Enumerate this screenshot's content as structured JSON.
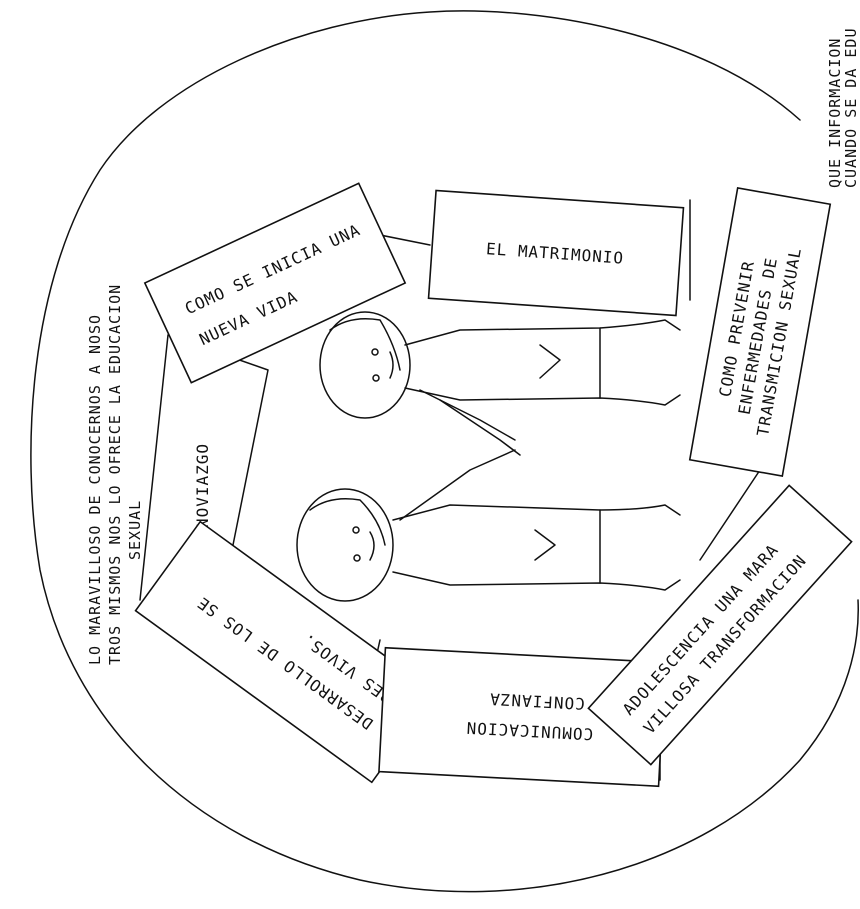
{
  "header": {
    "corner_line1": "QUE INFORMACION",
    "corner_line2": "CUANDO SE DA EDU",
    "side_line1": "LO MARAVILLOSO DE CONOCERNOS A NOSO",
    "side_line2": "TROS MISMOS NOS LO OFRECE LA EDUCACION",
    "side_line3": "SEXUAL"
  },
  "topics": {
    "nueva_vida_1": "COMO SE INICIA UNA",
    "nueva_vida_2": "NUEVA VIDA",
    "matrimonio": "EL MATRIMONIO",
    "prevenir_1": "COMO PREVENIR",
    "prevenir_2": "ENFERMEDADES DE",
    "prevenir_3": "TRANSMICION SEXUAL",
    "noviazgo": "NOVIAZGO",
    "desarrollo_1": "DESARROLLO DE LOS SE",
    "desarrollo_2": "RES VIVOS.",
    "comunicacion_1": "COMUNICACION",
    "comunicacion_2": "CONFIANZA",
    "adolescencia_1": "ADOLESCENCIA UNA MARA",
    "adolescencia_2": "VILLOSA TRANSFORMACION"
  }
}
